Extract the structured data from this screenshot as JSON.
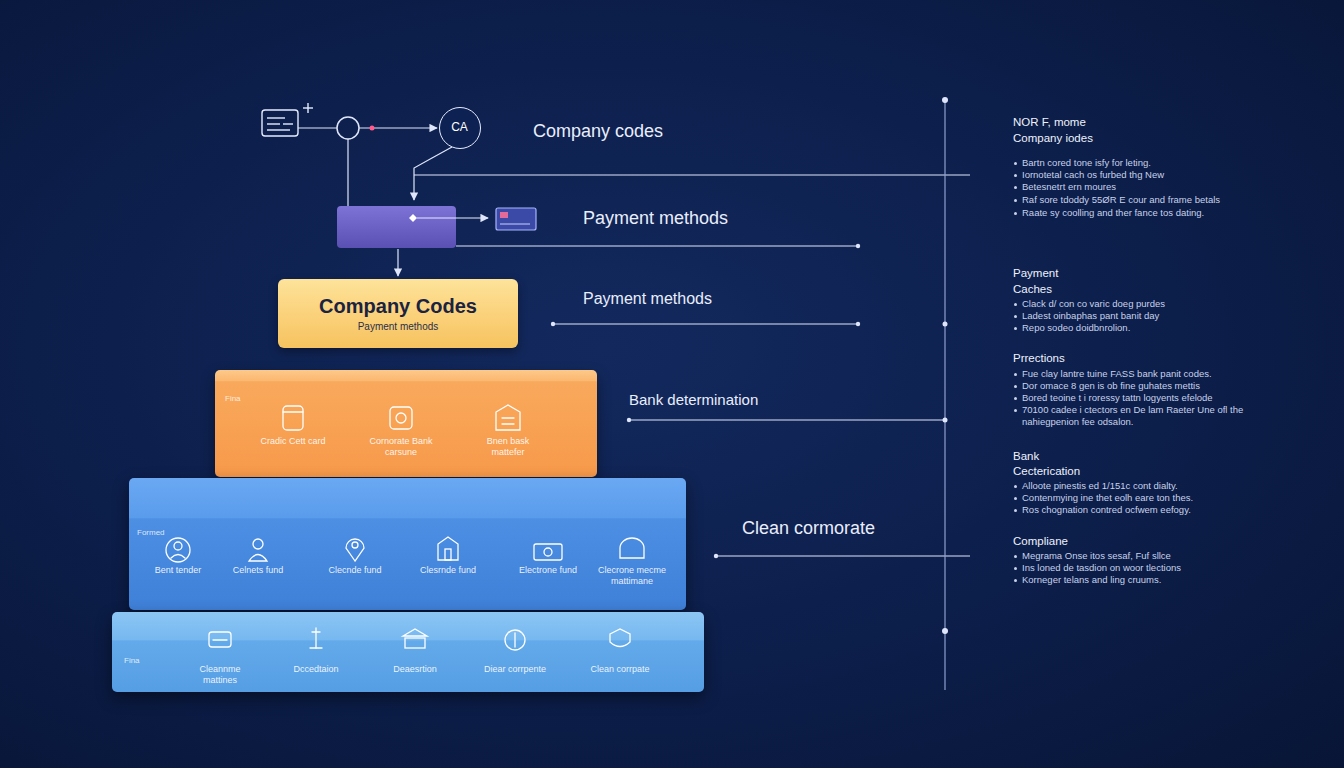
{
  "diagram": {
    "nodes": [
      {
        "text": [
          "CA"
        ]
      },
      {
        "text": [
          "Company Codes",
          "Payment methods"
        ]
      },
      {
        "text": [
          "Fina",
          "Cradic Cett card",
          "Cornorate Bank carsune",
          "Bnen bask mattefer"
        ]
      },
      {
        "text": [
          "Formed",
          "Bent tender",
          "Celnets fund",
          "Clecnde fund",
          "Clesrnde fund",
          "Electrone fund",
          "Clecrone mecme mattimane"
        ]
      },
      {
        "text": [
          "Fina",
          "Cleannme mattines",
          "Dccedtaion",
          "Deaesrtion",
          "Diear corrpente",
          "Clean corrpate"
        ]
      }
    ],
    "labels": [
      "Company codes",
      "Payment methods",
      "Payment methods",
      "Bank determination",
      "Clean cormorate",
      "NOR F, mome",
      "Company iodes",
      "Bartn cored tone isfy for leting.",
      "Iornotetal cach os furbed thg New",
      "Betesnetrt ern moures",
      "Raf sore tdoddy 55ØR E cour and frame betals",
      "Raate sy coolling and ther fance tos dating.",
      "Payment",
      "Caches",
      "Clack d/ con co varic doeg purdes",
      "Ladest oinbaphas pant banit day",
      "Repo sodeo doidbnrolion.",
      "Prrections",
      "Fue clay lantre tuine FASS bank panit codes.",
      "Dor omace 8 gen is ob fine guhates mettis",
      "Bored teoine t i roressy tattn logyents efelode",
      "70100 cadee i ctectors en De lam Raeter Une ofl the nahiegpenion fee odsalon.",
      "Bank",
      "Cecterication",
      "Alloote pinestis ed 1/151c cont dialty.",
      "Contenmying ine thet eolh eare ton thes.",
      "Ros chognation contred ocfwem eefogy.",
      "Compliane",
      "Megrama Onse itos sesaf, Fuf sllce",
      "Ins loned de tasdion on woor tlections",
      "Korneger telans and ling cruums."
    ]
  }
}
